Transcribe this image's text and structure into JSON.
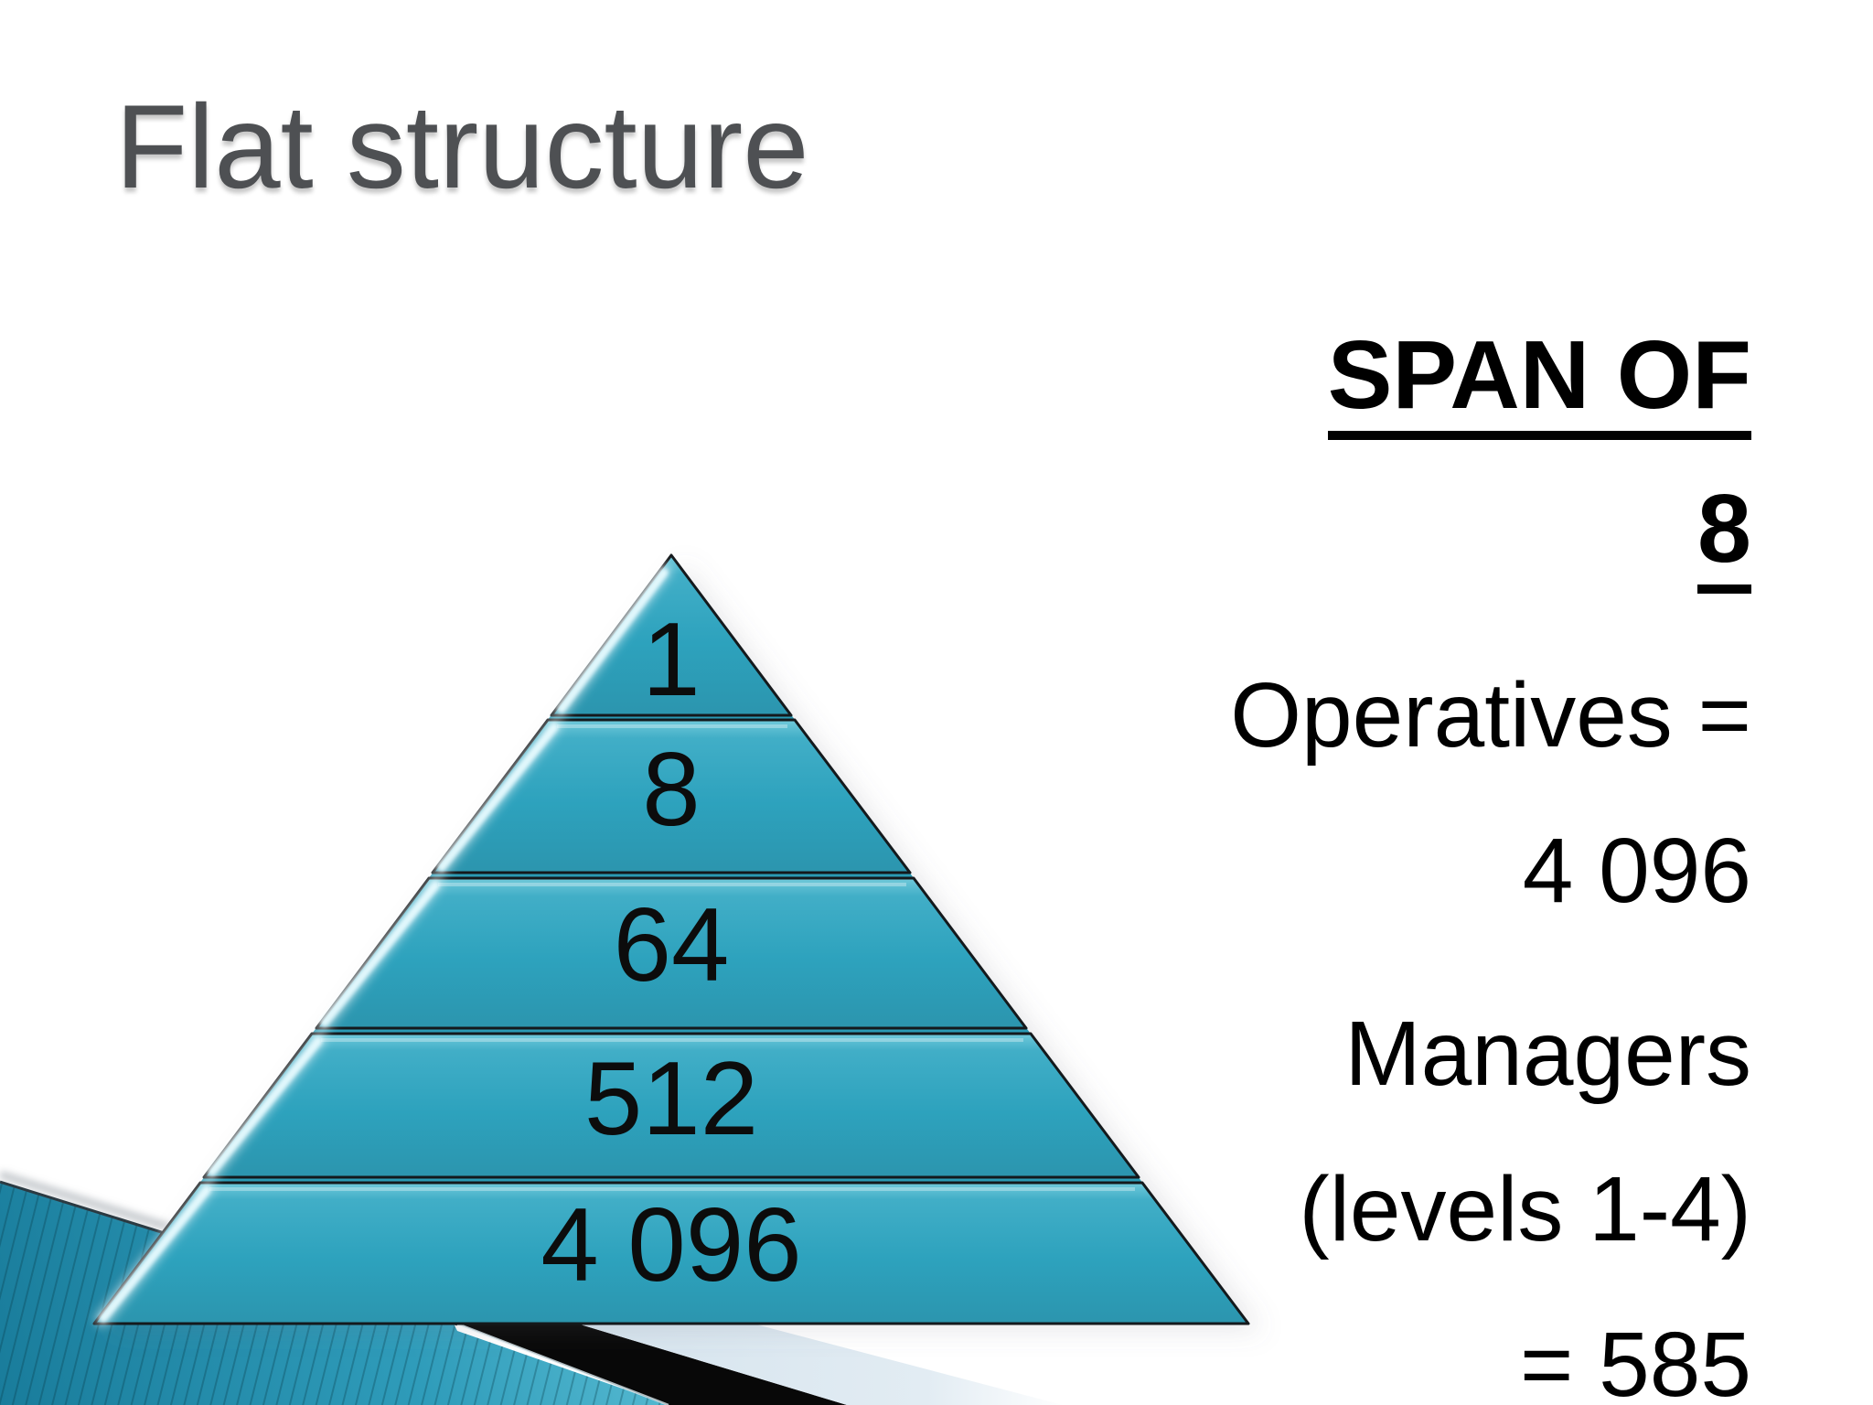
{
  "title": "Flat structure",
  "pyramid": {
    "levels": [
      "1",
      "8",
      "64",
      "512",
      "4 096"
    ]
  },
  "right_panel": {
    "heading_lines": [
      "SPAN OF",
      "8"
    ],
    "operatives_lines": [
      "Operatives =",
      "4 096"
    ],
    "managers_lines": [
      "Managers",
      "(levels 1-4)",
      "= 585"
    ]
  },
  "colors": {
    "pyramid_teal": "#2fa2bd",
    "pyramid_teal_light": "#6cc8da",
    "pyramid_outline": "#14191c",
    "gloss_highlight": "#e6fafe",
    "wedge_dark": "#197c9b",
    "wedge_light": "#63c4d9",
    "stripe_black": "#080808",
    "stripe_ice": "#dbe8f1",
    "title_gray": "#4e5053",
    "text_black": "#000000"
  }
}
